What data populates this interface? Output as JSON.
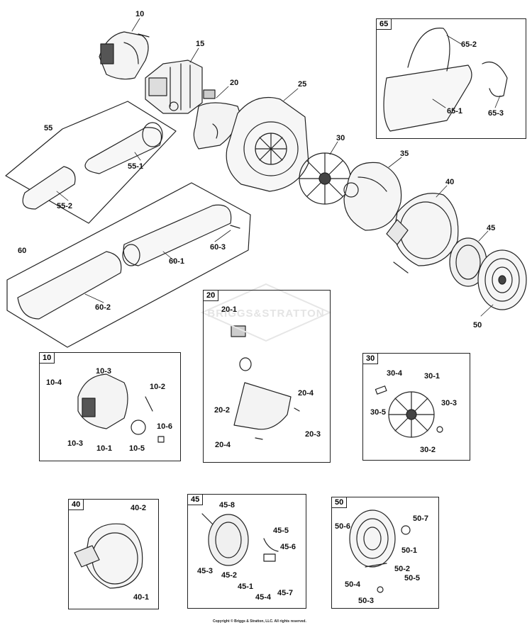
{
  "brand": {
    "watermark": "BRIGGS&STRATTON"
  },
  "copyright": "Copyright © Briggs & Stratton, LLC. All rights reserved.",
  "main_callouts": {
    "c10": "10",
    "c15": "15",
    "c20": "20",
    "c25": "25",
    "c30": "30",
    "c35": "35",
    "c40": "40",
    "c45": "45",
    "c50": "50",
    "c55": "55",
    "c55_1": "55-1",
    "c55_2": "55-2",
    "c60": "60",
    "c60_1": "60-1",
    "c60_2": "60-2",
    "c60_3": "60-3"
  },
  "panels": {
    "p65": {
      "tag": "65",
      "a": "65-2",
      "b": "65-1",
      "c": "65-3"
    },
    "p20": {
      "tag": "20",
      "a": "20-1",
      "b": "20-4",
      "c": "20-2",
      "d": "20-3",
      "e": "20-4"
    },
    "p10": {
      "tag": "10",
      "a": "10-3",
      "b": "10-4",
      "c": "10-2",
      "d": "10-6",
      "e": "10-3",
      "f": "10-1",
      "g": "10-5"
    },
    "p30": {
      "tag": "30",
      "a": "30-4",
      "b": "30-1",
      "c": "30-5",
      "d": "30-3",
      "e": "30-2"
    },
    "p40": {
      "tag": "40",
      "a": "40-2",
      "b": "40-1"
    },
    "p45": {
      "tag": "45",
      "a": "45-8",
      "b": "45-5",
      "c": "45-6",
      "d": "45-3",
      "e": "45-2",
      "f": "45-1",
      "g": "45-4",
      "h": "45-7"
    },
    "p50": {
      "tag": "50",
      "a": "50-6",
      "b": "50-7",
      "c": "50-1",
      "d": "50-2",
      "e": "50-4",
      "f": "50-5",
      "g": "50-3"
    }
  }
}
